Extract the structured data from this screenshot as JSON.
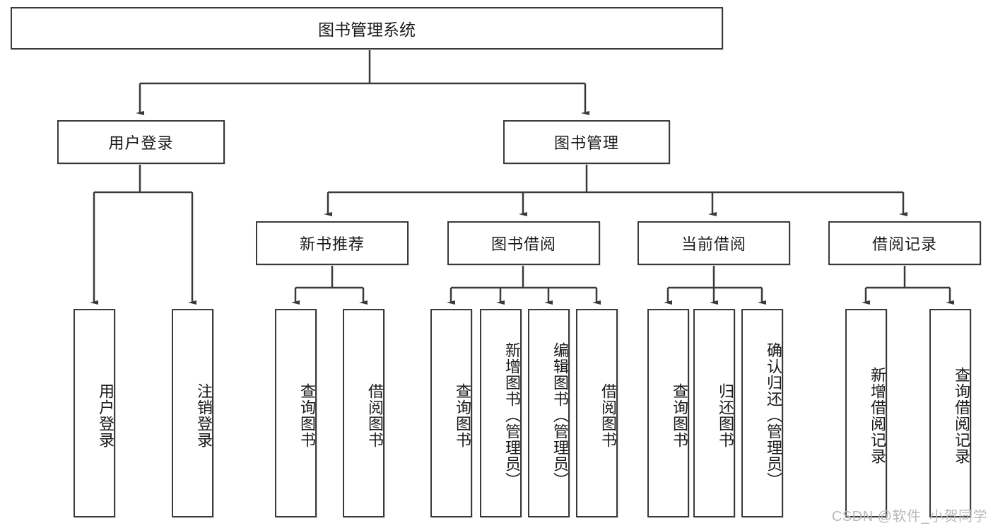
{
  "diagram": {
    "type": "tree-hierarchy-chart",
    "title": "图书管理系统",
    "colors": {
      "stroke": "#3a3a3a",
      "fill": "#ffffff",
      "text": "#1a1a1a",
      "watermark": "#b9b9b9"
    },
    "watermark": "CSDN @软件_小贺同学"
  },
  "nodes": {
    "root": {
      "label": "图书管理系统",
      "level": 1
    },
    "level2": [
      {
        "id": "user-login",
        "label": "用户登录"
      },
      {
        "id": "book-management",
        "label": "图书管理"
      }
    ],
    "level3": [
      {
        "id": "new-book-recommend",
        "label": "新书推荐"
      },
      {
        "id": "book-borrow",
        "label": "图书借阅"
      },
      {
        "id": "current-borrow",
        "label": "当前借阅"
      },
      {
        "id": "borrow-record",
        "label": "借阅记录"
      }
    ],
    "leaves": {
      "user-login": [
        {
          "id": "leaf-user-login",
          "label": "用户登录"
        },
        {
          "id": "leaf-logout",
          "label": "注销登录"
        }
      ],
      "new-book-recommend": [
        {
          "id": "leaf-query-book-1",
          "label": "查询图书"
        },
        {
          "id": "leaf-borrow-book-1",
          "label": "借阅图书"
        }
      ],
      "book-borrow": [
        {
          "id": "leaf-query-book-2",
          "label": "查询图书"
        },
        {
          "id": "leaf-add-book",
          "label": "新增图书（管理员）"
        },
        {
          "id": "leaf-edit-book",
          "label": "编辑图书（管理员）"
        },
        {
          "id": "leaf-borrow-book-2",
          "label": "借阅图书"
        }
      ],
      "current-borrow": [
        {
          "id": "leaf-query-book-3",
          "label": "查询图书"
        },
        {
          "id": "leaf-return-book",
          "label": "归还图书"
        },
        {
          "id": "leaf-confirm-return",
          "label": "确认归还（管理员）"
        }
      ],
      "borrow-record": [
        {
          "id": "leaf-add-record",
          "label": "新增借阅记录"
        },
        {
          "id": "leaf-query-record",
          "label": "查询借阅记录"
        }
      ]
    }
  }
}
